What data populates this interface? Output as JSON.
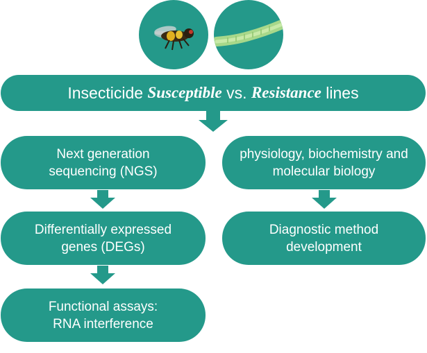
{
  "colors": {
    "node_fill": "#24998a",
    "text": "#ffffff"
  },
  "images": [
    {
      "name": "fly-photo",
      "icon": "fly-icon"
    },
    {
      "name": "larva-photo",
      "icon": "larva-icon"
    }
  ],
  "title": {
    "prefix": "Insecticide ",
    "emph1": "Susceptible",
    "mid": " vs. ",
    "emph2": "Resistance",
    "suffix": " lines"
  },
  "left_column": [
    {
      "line1": "Next generation",
      "line2": "sequencing (NGS)"
    },
    {
      "line1": "Differentially expressed",
      "line2": "genes (DEGs)"
    },
    {
      "line1": "Functional assays:",
      "line2": "RNA interference"
    }
  ],
  "right_column": [
    {
      "line1": "physiology, biochemistry and",
      "line2": "molecular biology"
    },
    {
      "line1": "Diagnostic method",
      "line2": "development"
    }
  ],
  "edges": [
    {
      "from": "title",
      "to": "left_column.0"
    },
    {
      "from": "left_column.0",
      "to": "left_column.1"
    },
    {
      "from": "left_column.1",
      "to": "left_column.2"
    },
    {
      "from": "right_column.0",
      "to": "right_column.1"
    }
  ]
}
